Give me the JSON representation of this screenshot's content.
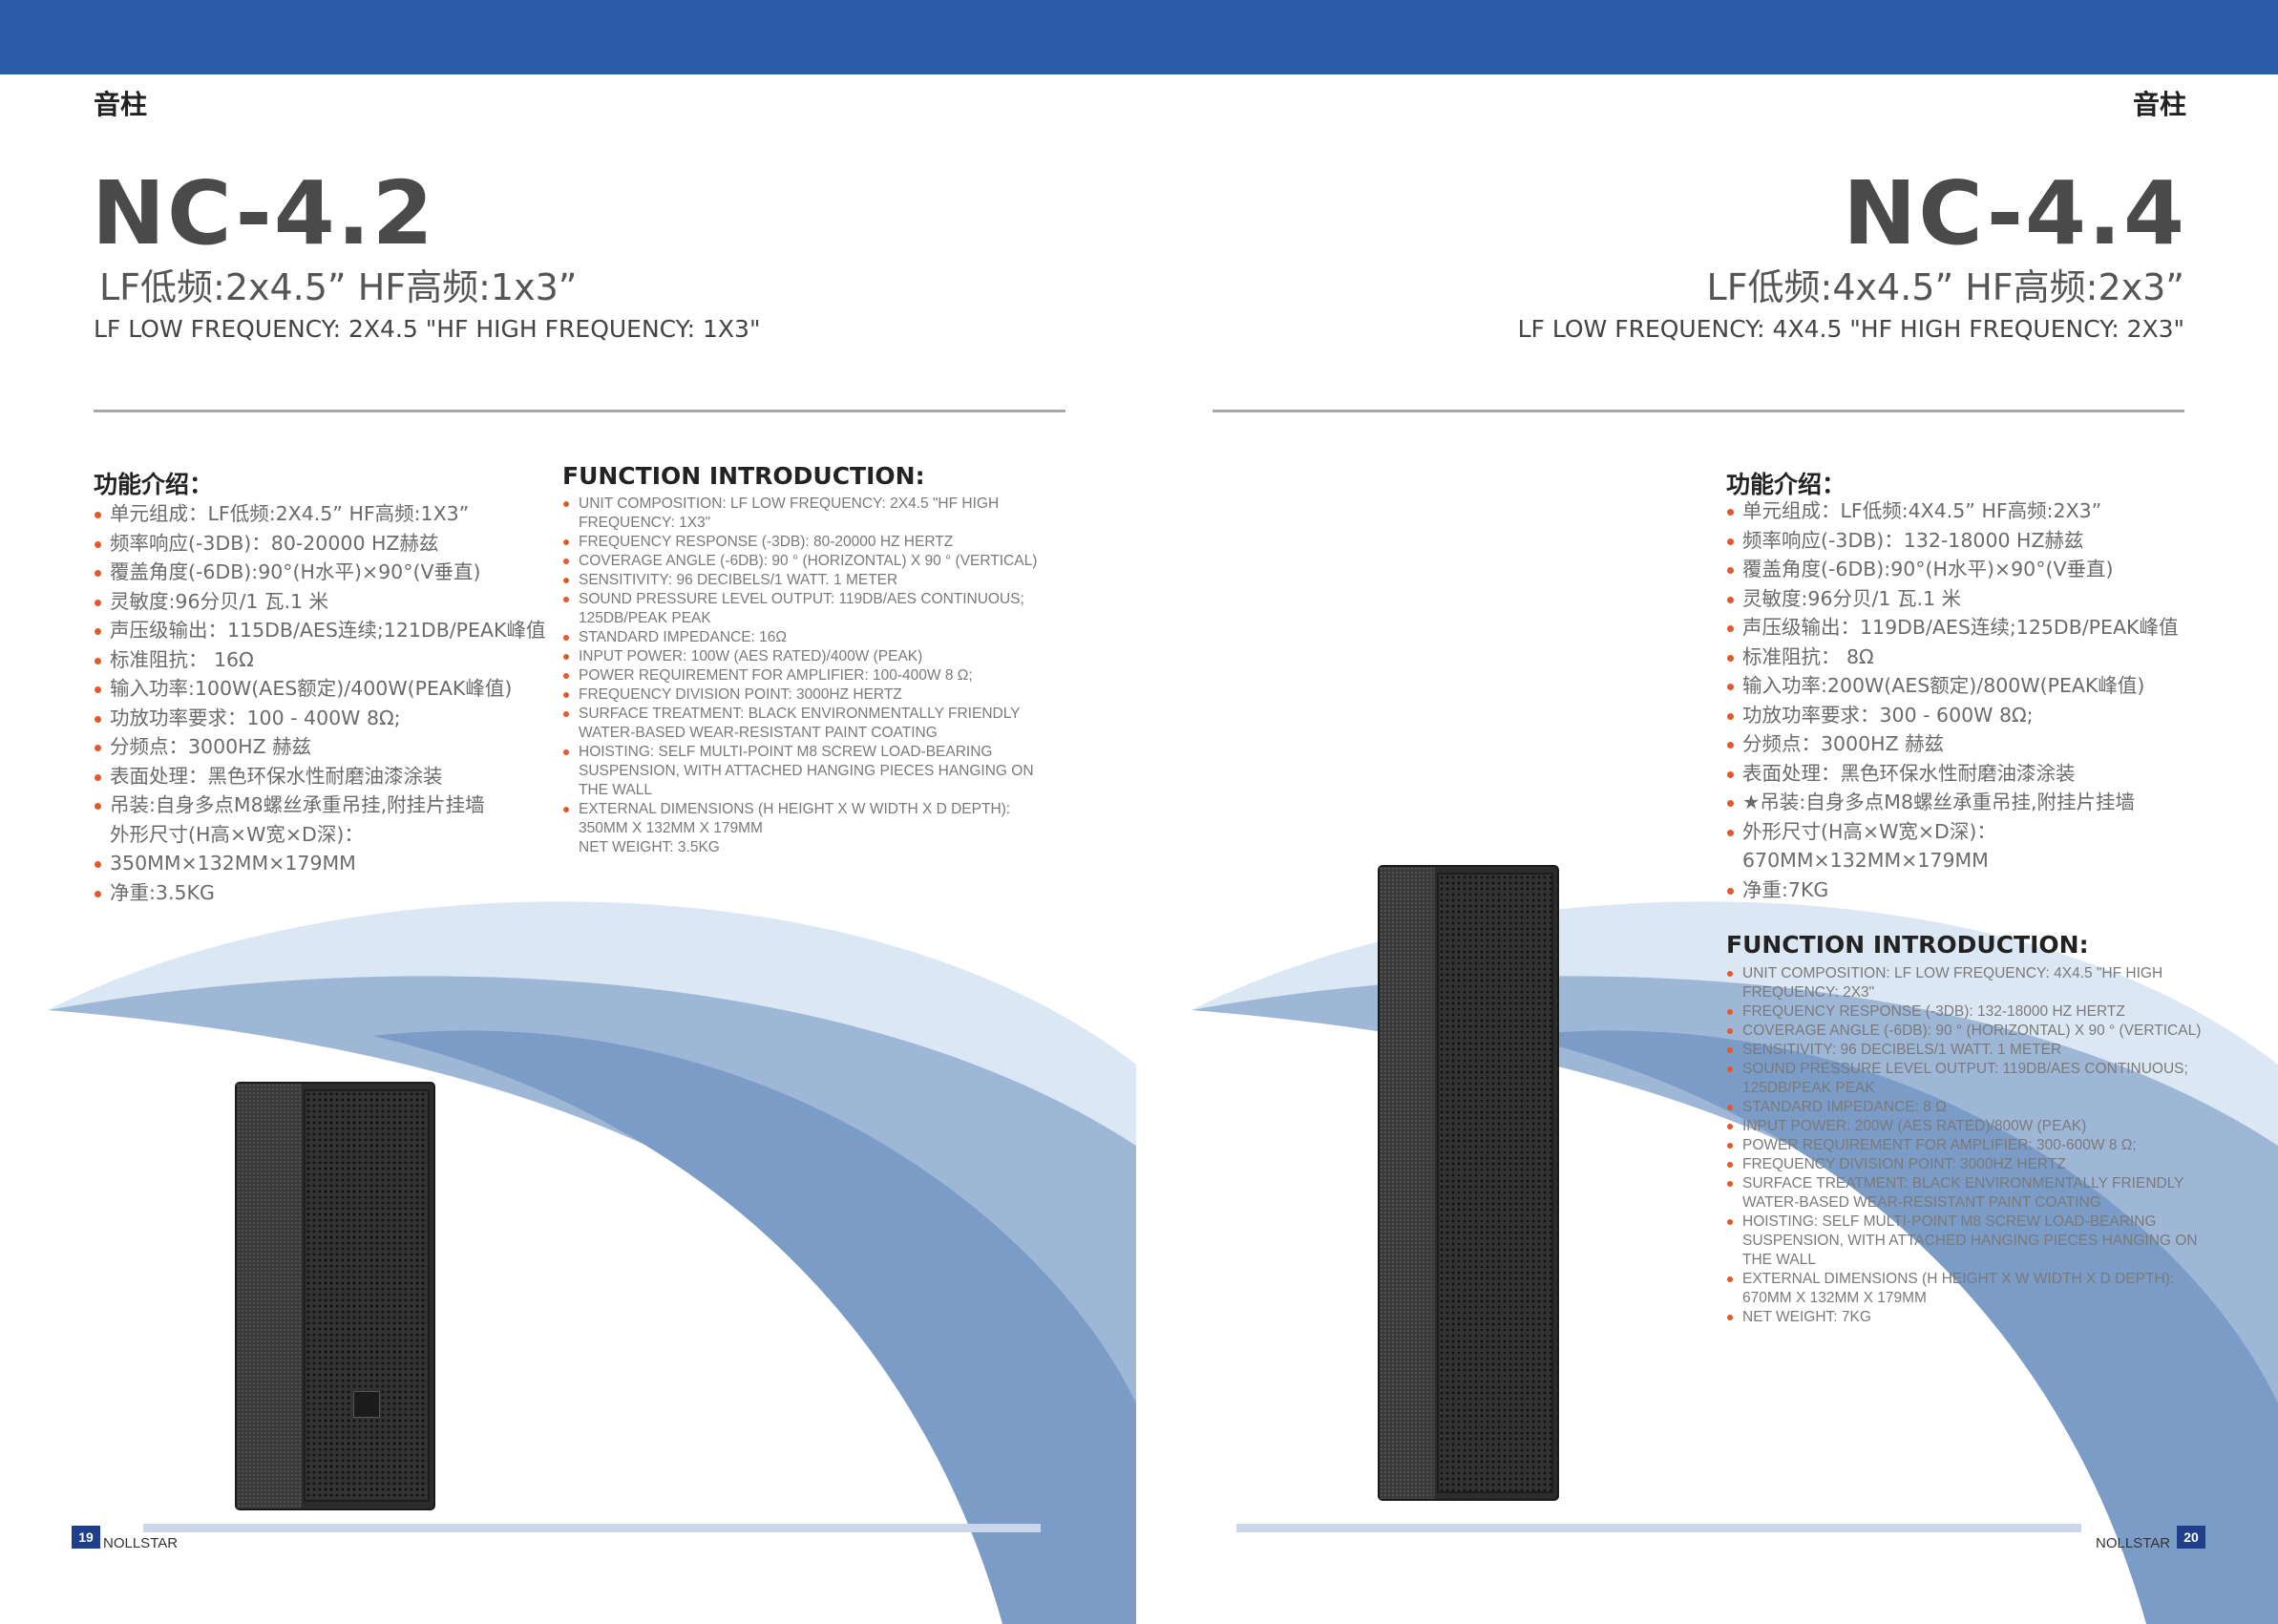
{
  "header": {
    "category_left": "音柱",
    "category_right": "音柱"
  },
  "colors": {
    "top_bar": "#2c5ba9",
    "bullet": "#e8572a",
    "page_badge": "#1f3f8c"
  },
  "left": {
    "model": "NC-4.2",
    "subtitle_cn": "LF低频:2x4.5” HF高频:1x3”",
    "subtitle_en": "LF LOW FREQUENCY: 2X4.5 \"HF HIGH FREQUENCY: 1X3\"",
    "heading_cn": "功能介绍：",
    "features_cn": [
      {
        "text": "单元组成：LF低频:2X4.5” HF高频:1X3”",
        "bullet": true
      },
      {
        "text": "频率响应(-3DB)：80-20000 HZ赫兹",
        "bullet": true
      },
      {
        "text": "覆盖角度(-6DB):90°(H水平)×90°(V垂直)",
        "bullet": true
      },
      {
        "text": "灵敏度:96分贝/1 瓦.1 米",
        "bullet": true
      },
      {
        "text": "声压级输出：115DB/AES连续;121DB/PEAK峰值",
        "bullet": true
      },
      {
        "text": "标准阻抗： 16Ω",
        "bullet": true
      },
      {
        "text": "输入功率:100W(AES额定)/400W(PEAK峰值)",
        "bullet": true
      },
      {
        "text": "功放功率要求：100 - 400W 8Ω;",
        "bullet": true
      },
      {
        "text": "分频点：3000HZ 赫兹",
        "bullet": true
      },
      {
        "text": "表面处理：黑色环保水性耐磨油漆涂装",
        "bullet": true
      },
      {
        "text": "吊装:自身多点M8螺丝承重吊挂,附挂片挂墙",
        "bullet": true
      },
      {
        "text": "外形尺寸(H高×W宽×D深)：",
        "bullet": false
      },
      {
        "text": "350MM×132MM×179MM",
        "bullet": true
      },
      {
        "text": "净重:3.5KG",
        "bullet": true
      }
    ],
    "heading_en": "FUNCTION INTRODUCTION:",
    "features_en": [
      {
        "text": "UNIT COMPOSITION: LF LOW FREQUENCY: 2X4.5 \"HF HIGH FREQUENCY: 1X3\"",
        "bullet": true
      },
      {
        "text": "FREQUENCY RESPONSE (-3DB): 80-20000 HZ HERTZ",
        "bullet": true
      },
      {
        "text": "COVERAGE ANGLE (-6DB): 90 ° (HORIZONTAL) X 90 ° (VERTICAL)",
        "bullet": true
      },
      {
        "text": "SENSITIVITY: 96 DECIBELS/1 WATT. 1 METER",
        "bullet": true
      },
      {
        "text": "SOUND PRESSURE LEVEL OUTPUT: 119DB/AES CONTINUOUS; 125DB/PEAK PEAK",
        "bullet": true
      },
      {
        "text": "STANDARD IMPEDANCE: 16Ω",
        "bullet": true
      },
      {
        "text": "INPUT POWER: 100W (AES RATED)/400W (PEAK)",
        "bullet": true
      },
      {
        "text": "POWER REQUIREMENT FOR AMPLIFIER: 100-400W 8 Ω;",
        "bullet": true
      },
      {
        "text": "FREQUENCY DIVISION POINT: 3000HZ HERTZ",
        "bullet": true
      },
      {
        "text": "SURFACE TREATMENT: BLACK ENVIRONMENTALLY FRIENDLY WATER-BASED WEAR-RESISTANT PAINT COATING",
        "bullet": true
      },
      {
        "text": "HOISTING: SELF MULTI-POINT M8 SCREW LOAD-BEARING SUSPENSION, WITH ATTACHED HANGING PIECES HANGING ON THE WALL",
        "bullet": true
      },
      {
        "text": "EXTERNAL DIMENSIONS (H HEIGHT X W WIDTH X D DEPTH): 350MM X 132MM X 179MM",
        "bullet": true
      },
      {
        "text": "NET WEIGHT: 3.5KG",
        "bullet": false
      }
    ],
    "page_number": "19",
    "brand": "NOLLSTAR"
  },
  "right": {
    "model": "NC-4.4",
    "subtitle_cn": "LF低频:4x4.5” HF高频:2x3”",
    "subtitle_en": "LF LOW FREQUENCY: 4X4.5 \"HF HIGH FREQUENCY: 2X3\"",
    "heading_cn": "功能介绍：",
    "features_cn": [
      {
        "text": "单元组成：LF低频:4X4.5” HF高频:2X3”",
        "bullet": true
      },
      {
        "text": "频率响应(-3DB)：132-18000 HZ赫兹",
        "bullet": true
      },
      {
        "text": "覆盖角度(-6DB):90°(H水平)×90°(V垂直)",
        "bullet": true
      },
      {
        "text": "灵敏度:96分贝/1 瓦.1 米",
        "bullet": true
      },
      {
        "text": "声压级输出：119DB/AES连续;125DB/PEAK峰值",
        "bullet": true
      },
      {
        "text": "标准阻抗： 8Ω",
        "bullet": true
      },
      {
        "text": "输入功率:200W(AES额定)/800W(PEAK峰值)",
        "bullet": true
      },
      {
        "text": "功放功率要求：300 - 600W 8Ω;",
        "bullet": true
      },
      {
        "text": "分频点：3000HZ 赫兹",
        "bullet": true
      },
      {
        "text": "表面处理：黑色环保水性耐磨油漆涂装",
        "bullet": true
      },
      {
        "text": "★吊装:自身多点M8螺丝承重吊挂,附挂片挂墙",
        "bullet": true
      },
      {
        "text": "外形尺寸(H高×W宽×D深)：",
        "bullet": true
      },
      {
        "text": "670MM×132MM×179MM",
        "bullet": false
      },
      {
        "text": "净重:7KG",
        "bullet": true
      }
    ],
    "heading_en": "FUNCTION INTRODUCTION:",
    "features_en": [
      {
        "text": "UNIT COMPOSITION: LF LOW FREQUENCY: 4X4.5 \"HF HIGH FREQUENCY: 2X3\"",
        "bullet": true
      },
      {
        "text": "FREQUENCY RESPONSE (-3DB): 132-18000 HZ HERTZ",
        "bullet": true
      },
      {
        "text": "COVERAGE ANGLE (-6DB): 90 ° (HORIZONTAL) X 90 ° (VERTICAL)",
        "bullet": true
      },
      {
        "text": "SENSITIVITY: 96 DECIBELS/1 WATT. 1 METER",
        "bullet": true
      },
      {
        "text": "SOUND PRESSURE LEVEL OUTPUT: 119DB/AES CONTINUOUS; 125DB/PEAK PEAK",
        "bullet": true
      },
      {
        "text": "STANDARD IMPEDANCE: 8 Ω",
        "bullet": true
      },
      {
        "text": "INPUT POWER: 200W (AES RATED)/800W (PEAK)",
        "bullet": true
      },
      {
        "text": "POWER REQUIREMENT FOR AMPLIFIER: 300-600W 8 Ω;",
        "bullet": true
      },
      {
        "text": "FREQUENCY DIVISION POINT: 3000HZ HERTZ",
        "bullet": true
      },
      {
        "text": "SURFACE TREATMENT: BLACK ENVIRONMENTALLY FRIENDLY WATER-BASED WEAR-RESISTANT PAINT COATING",
        "bullet": true
      },
      {
        "text": "HOISTING: SELF MULTI-POINT M8 SCREW LOAD-BEARING SUSPENSION, WITH ATTACHED HANGING PIECES HANGING ON THE WALL",
        "bullet": true
      },
      {
        "text": "EXTERNAL DIMENSIONS (H HEIGHT X W WIDTH X D DEPTH): 670MM X 132MM X 179MM",
        "bullet": true
      },
      {
        "text": "NET WEIGHT: 7KG",
        "bullet": true
      }
    ],
    "page_number": "20",
    "brand": "NOLLSTAR"
  }
}
